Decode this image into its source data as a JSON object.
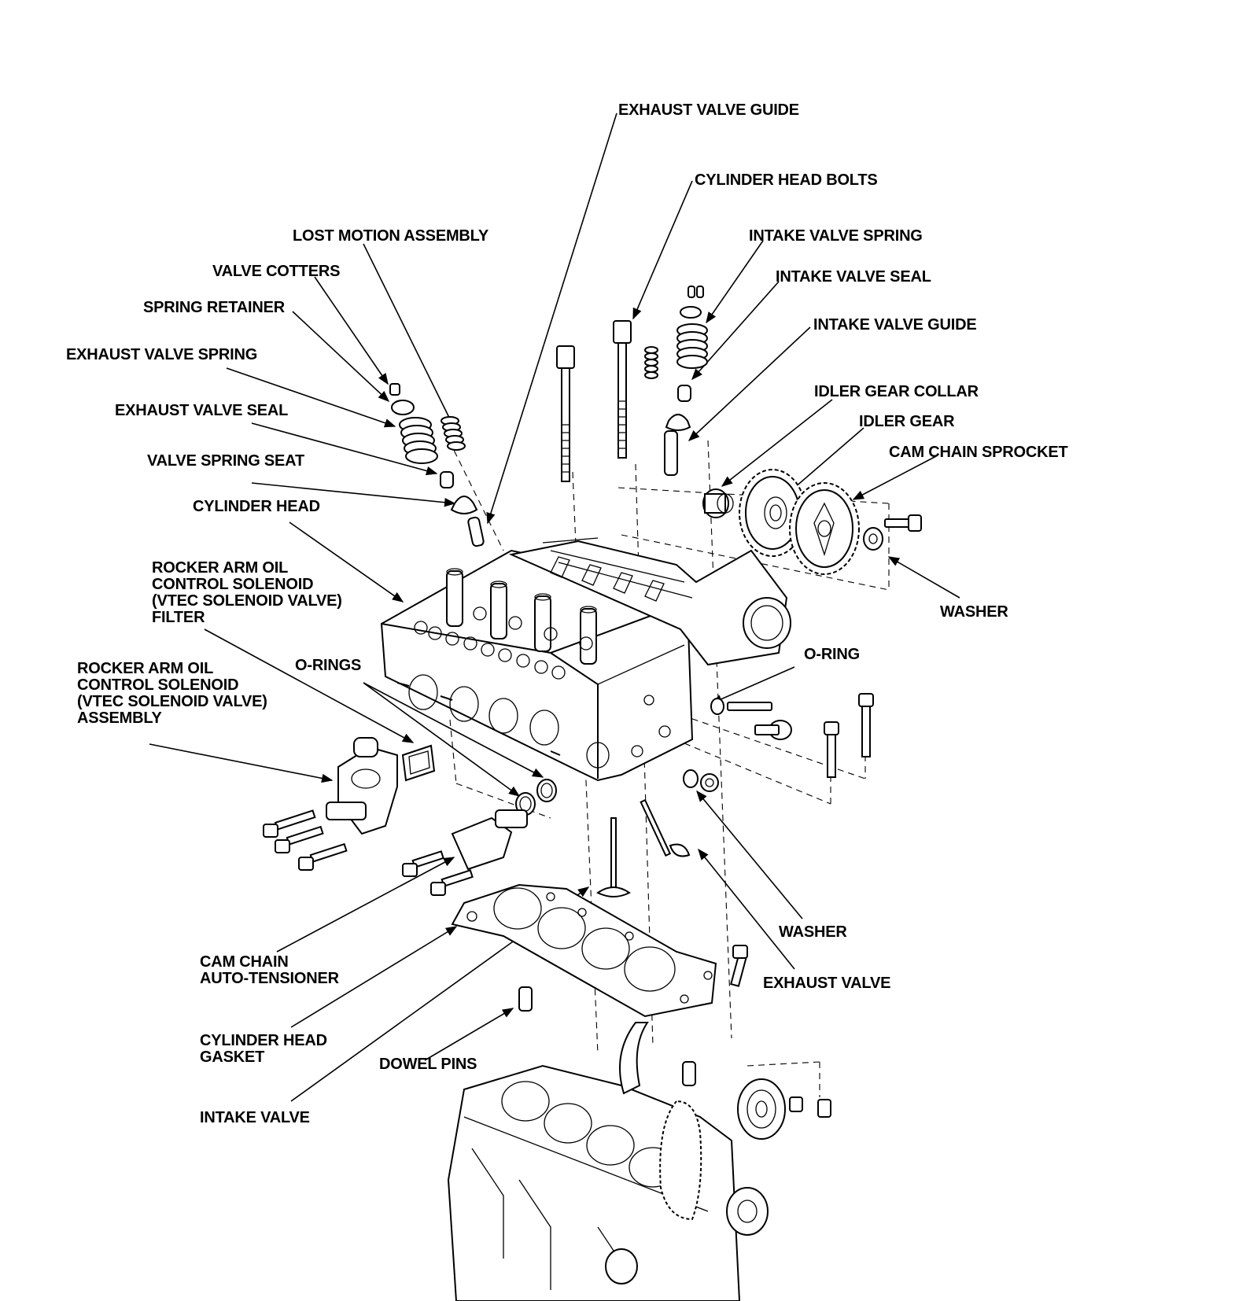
{
  "labels": {
    "exhaust_valve_guide": "EXHAUST VALVE GUIDE",
    "cylinder_head_bolts": "CYLINDER HEAD BOLTS",
    "lost_motion_assembly": "LOST MOTION ASSEMBLY",
    "intake_valve_spring": "INTAKE VALVE SPRING",
    "valve_cotters": "VALVE COTTERS",
    "intake_valve_seal": "INTAKE VALVE SEAL",
    "spring_retainer": "SPRING RETAINER",
    "intake_valve_guide": "INTAKE VALVE GUIDE",
    "exhaust_valve_spring": "EXHAUST VALVE SPRING",
    "idler_gear_collar": "IDLER GEAR COLLAR",
    "exhaust_valve_seal": "EXHAUST VALVE SEAL",
    "idler_gear": "IDLER GEAR",
    "cam_chain_sprocket": "CAM CHAIN SPROCKET",
    "valve_spring_seat": "VALVE SPRING SEAT",
    "cylinder_head": "CYLINDER HEAD",
    "vtec_filter": "ROCKER ARM OIL\nCONTROL SOLENOID\n(VTEC SOLENOID VALVE)\nFILTER",
    "washer_top": "WASHER",
    "o_ring": "O-RING",
    "vtec_assembly": "ROCKER ARM OIL\nCONTROL SOLENOID\n(VTEC SOLENOID VALVE)\nASSEMBLY",
    "o_rings": "O-RINGS",
    "washer_bottom": "WASHER",
    "cam_chain_auto_tensioner": "CAM CHAIN\nAUTO-TENSIONER",
    "exhaust_valve": "EXHAUST VALVE",
    "cylinder_head_gasket": "CYLINDER HEAD\nGASKET",
    "dowel_pins": "DOWEL PINS",
    "intake_valve": "INTAKE VALVE"
  }
}
